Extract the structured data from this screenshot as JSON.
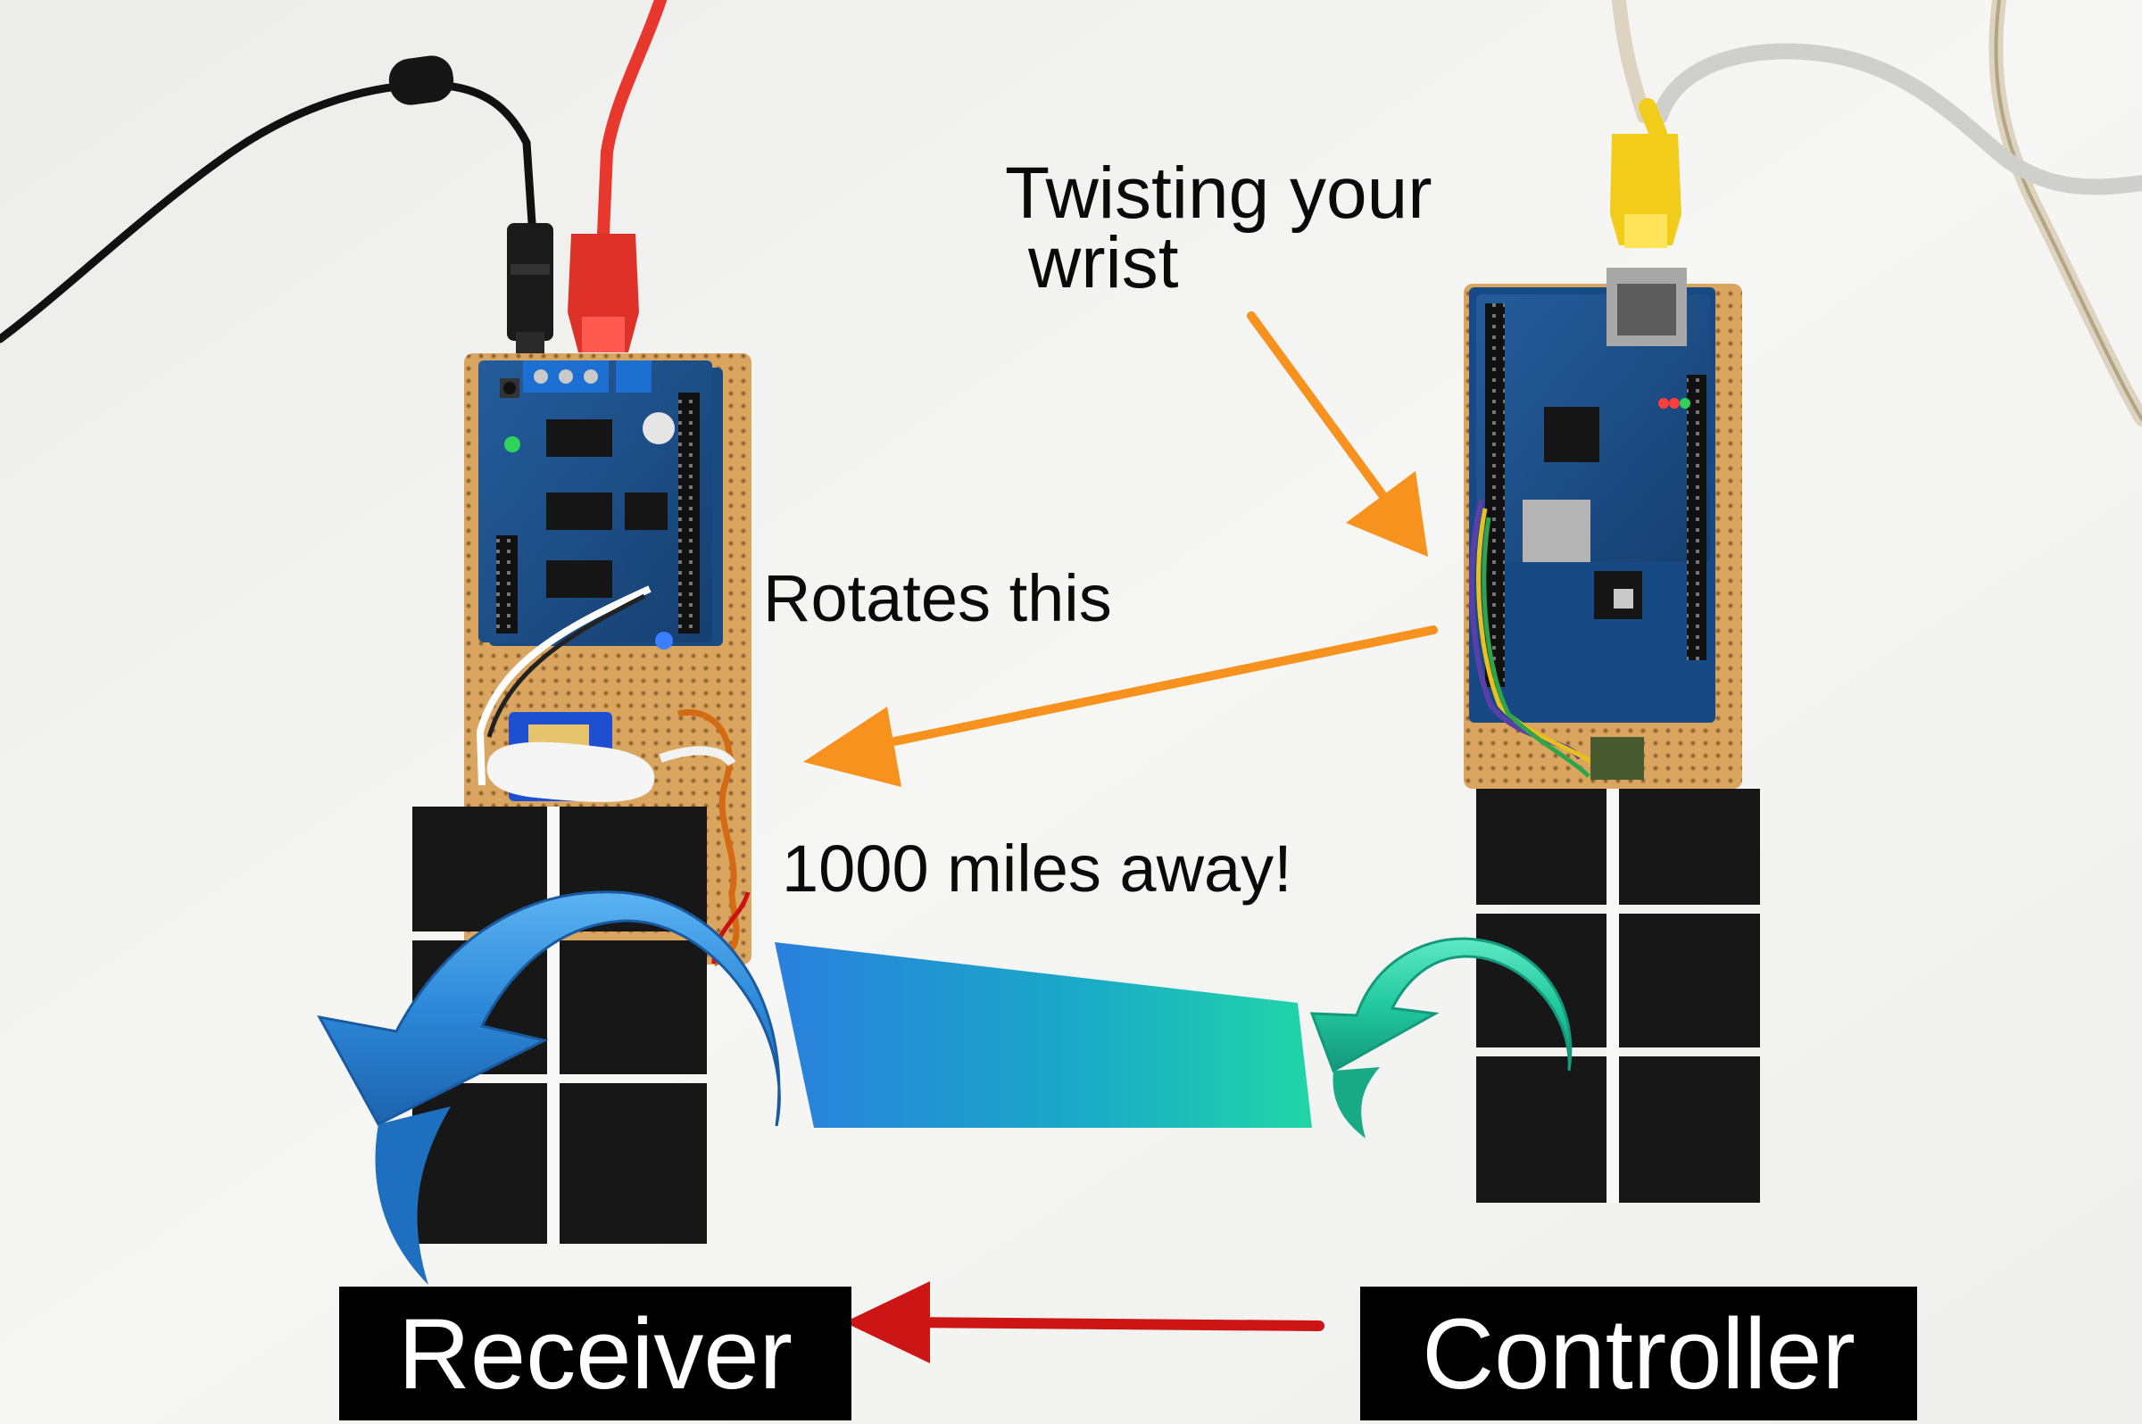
{
  "annotations": {
    "twist_line1": "Twisting your",
    "twist_line2": "wrist",
    "rotates": "Rotates this",
    "distance": "1000 miles away!"
  },
  "labels": {
    "receiver": "Receiver",
    "controller": "Controller"
  },
  "colors": {
    "background": "#f3f3f1",
    "annotation_arrow": "#f7921e",
    "signal_arrow": "#cc1515",
    "receiver_arrow": "#2b87d8",
    "controller_arrow": "#22c9a0",
    "pcb_blue": "#1c4f8a",
    "protoboard": "#d7a35c",
    "ethernet_red": "#e8382e",
    "ethernet_yellow": "#f2cc1a",
    "label_box": "#000000"
  },
  "objects": [
    "receiver-board",
    "controller-board",
    "servo-motor",
    "motor-shield",
    "arduino-mega",
    "ethernet-shield",
    "power-cable",
    "ethernet-cable-red",
    "ethernet-cable-yellow",
    "usb-cable",
    "receiver-card",
    "controller-card"
  ]
}
